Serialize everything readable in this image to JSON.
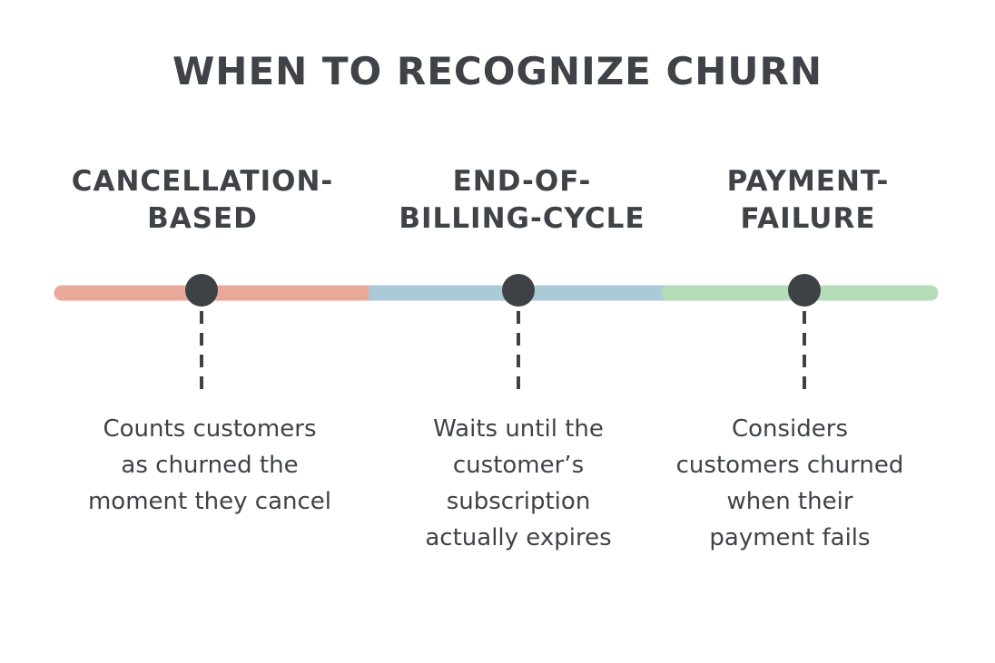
{
  "title": "WHEN TO RECOGNIZE CHURN",
  "colors": {
    "segment_1": "#e9a99a",
    "segment_2": "#abcad8",
    "segment_3": "#b5dcb9",
    "marker": "#3e4246",
    "text": "#3f4347"
  },
  "methods": [
    {
      "heading": "CANCELLATION-\nBASED",
      "description": "Counts customers\nas churned the\nmoment they cancel"
    },
    {
      "heading": "END-OF-\nBILLING-CYCLE",
      "description": "Waits until the\ncustomer’s\nsubscription\nactually expires"
    },
    {
      "heading": "PAYMENT-\nFAILURE",
      "description": "Considers\ncustomers churned\nwhen their\npayment fails"
    }
  ]
}
